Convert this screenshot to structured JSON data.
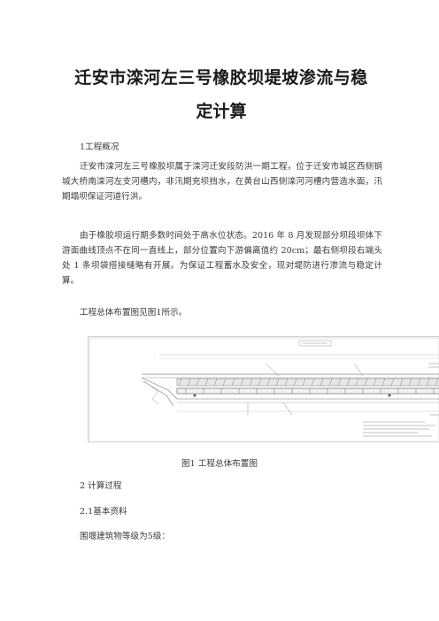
{
  "document": {
    "title_line1": "迁安市滦河左三号橡胶坝堤坡渗流与稳",
    "title_line2": "定计算",
    "section1_heading": "1工程概况",
    "para1": "迁安市滦河左三号橡胶坝属于滦河迁安段防洪一期工程，位于迁安市城区西侧钢城大桥南滦河左支河槽内，非汛期充坝挡水，在黄台山西侧滦河河槽内营造水面，汛期塌坝保证河道行洪。",
    "para2": "由于橡胶坝运行期多数时间处于高水位状态。2016 年 8 月发现部分坝段坝体下游面曲线顶点不在同一直线上，部分位置向下游偏离值约 20cm；最右侧坝段右端头处 1 条坝袋搭接缝略有开展。为保证工程蓄水及安全，现对堤防进行渗流与稳定计算。",
    "para3": "工程总体布置图见图1所示。",
    "figure_caption": "图1 工程总体布置图",
    "section2_heading": "2 计算过程",
    "section21_heading": "2.1基本资料",
    "para4": "围堰建筑物等级为5级："
  }
}
